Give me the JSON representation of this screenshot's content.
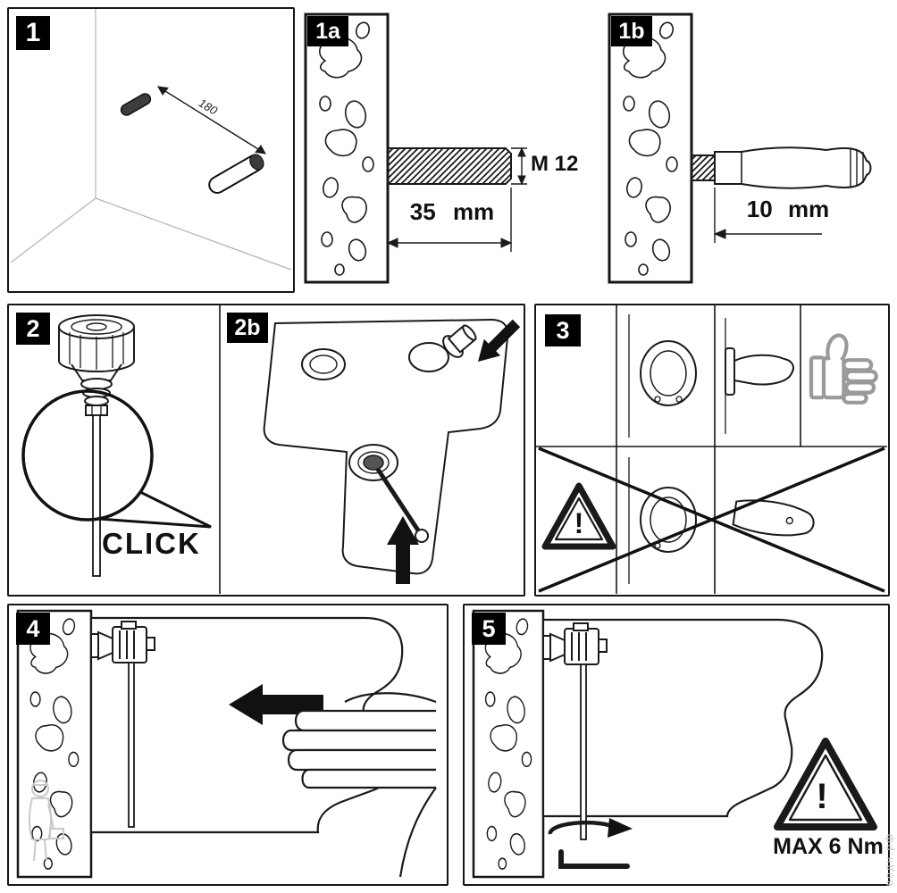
{
  "steps": {
    "step1": {
      "badge": "1",
      "distance": "180"
    },
    "step1a": {
      "badge": "1a",
      "thread": "M 12",
      "depth": "35 mm"
    },
    "step1b": {
      "badge": "1b",
      "depth": "10 mm"
    },
    "step2": {
      "badge": "2",
      "click": "CLICK"
    },
    "step2b": {
      "badge": "2b"
    },
    "step3": {
      "badge": "3",
      "warning_mark": "!"
    },
    "step4": {
      "badge": "4"
    },
    "step5": {
      "badge": "5",
      "warning_mark": "!",
      "torque": "MAX 6 Nm"
    }
  },
  "watermark": {
    "site": "водн.рф"
  },
  "colors": {
    "ink": "#1a1a1a",
    "badge_bg": "#000000",
    "badge_text": "#ffffff",
    "muted_gray": "#c6c6c6",
    "icon_gray": "#9a9a9a"
  }
}
